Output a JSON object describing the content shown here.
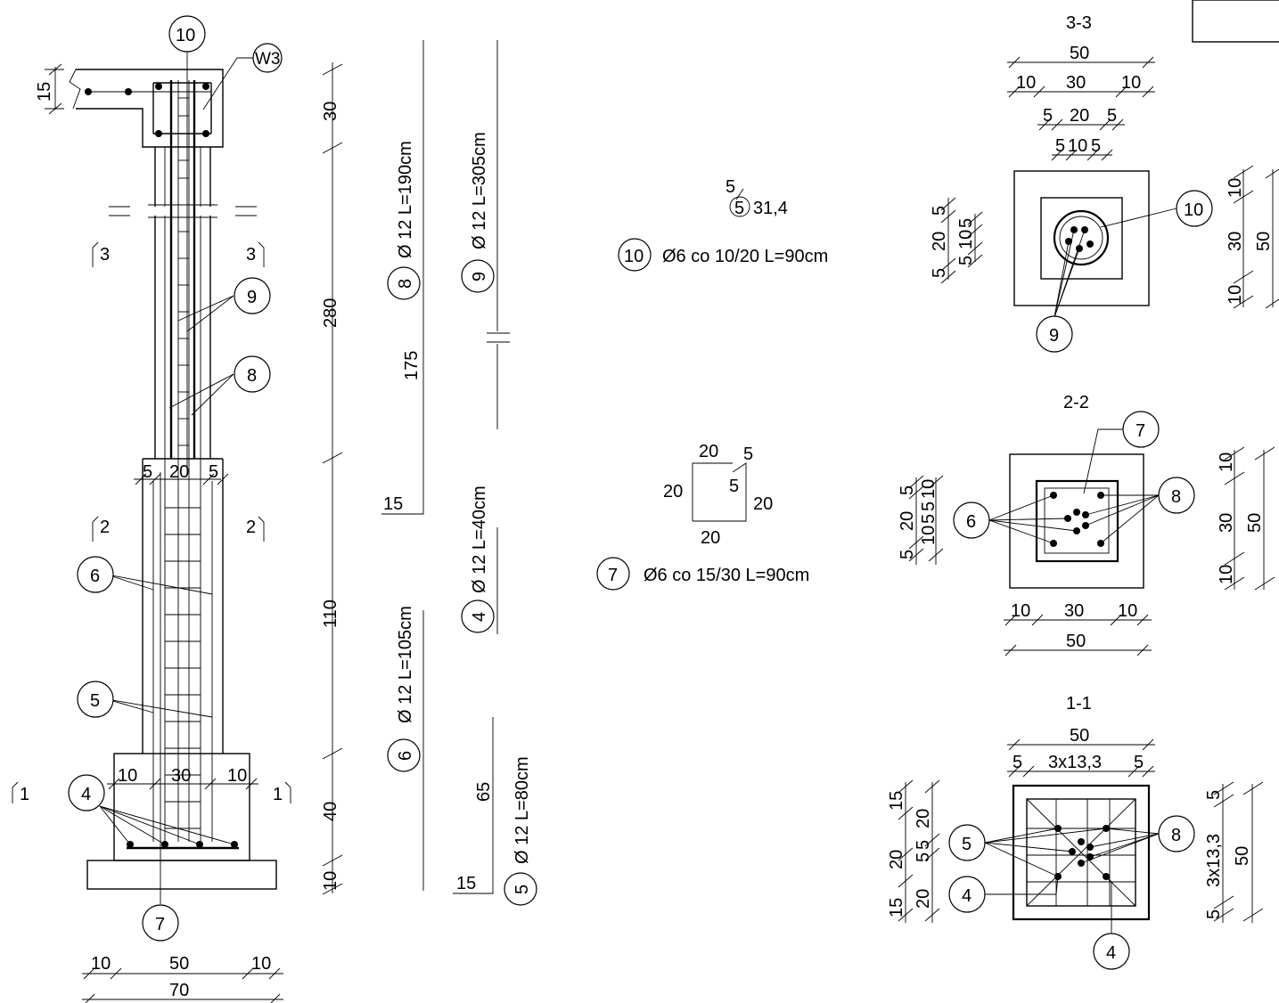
{
  "bubbles": {
    "b10": "10",
    "w3": "W3",
    "b9": "9",
    "b8": "8",
    "b6": "6",
    "b5": "5",
    "b4": "4",
    "b7": "7"
  },
  "elevation": {
    "cut3_left": "3",
    "cut3_right": "3",
    "cut2_left": "2",
    "cut2_right": "2",
    "cut1_left": "1",
    "cut1_right": "1",
    "slab_dim": "15",
    "top_dims": {
      "a": "5",
      "b": "20",
      "c": "5"
    },
    "ped_dims": {
      "a": "10",
      "b": "30",
      "c": "10"
    },
    "bottom_dims": {
      "a": "10",
      "b": "50",
      "c": "10",
      "total": "70"
    },
    "vertical_dims": [
      "30",
      "280",
      "110",
      "40",
      "10"
    ]
  },
  "bars": {
    "b8": {
      "mark": "8",
      "label": "Ø 12 L=190cm",
      "leg": "175",
      "hook": "15"
    },
    "b9": {
      "mark": "9",
      "label": "Ø 12 L=305cm"
    },
    "b4": {
      "mark": "4",
      "label": "Ø 12 L=40cm"
    },
    "b6": {
      "mark": "6",
      "label": "Ø 12 L=105cm"
    },
    "b5": {
      "mark": "5",
      "label": "Ø 12 L=80cm",
      "leg": "65",
      "hook": "15"
    }
  },
  "stirrups": {
    "s10": {
      "mark": "10",
      "spec": "Ø6 co 10/20 L=90cm",
      "hook_a": "5",
      "hook_b": "5",
      "dia": "31,4"
    },
    "s7": {
      "mark": "7",
      "spec": "Ø6 co 15/30 L=90cm",
      "top": "20",
      "hook": "5",
      "left": "20",
      "right": "20",
      "bottom": "20",
      "inner": "5"
    }
  },
  "sections": {
    "s33": {
      "title": "3-3",
      "total": "50",
      "row2": [
        "10",
        "30",
        "10"
      ],
      "row3": [
        "5",
        "20",
        "5"
      ],
      "row4": [
        "5",
        "10",
        "5"
      ],
      "left_dims": [
        "5",
        "20",
        "5",
        "5",
        "10",
        "5"
      ],
      "right_dims": [
        "10",
        "30",
        "10",
        "50"
      ]
    },
    "s22": {
      "title": "2-2",
      "bottom_row": [
        "10",
        "30",
        "10"
      ],
      "bottom_total": "50",
      "left_dims": [
        "5",
        "20",
        "5",
        "10",
        "5",
        "5",
        "10"
      ],
      "right_dims": [
        "10",
        "30",
        "10",
        "50"
      ]
    },
    "s11": {
      "title": "1-1",
      "total": "50",
      "row2": [
        "5",
        "3x13,3",
        "5"
      ],
      "left_dims": [
        "15",
        "20",
        "5",
        "5",
        "20",
        "15",
        "20"
      ],
      "right_dims": [
        "5",
        "3x13,3",
        "5",
        "50"
      ]
    }
  }
}
